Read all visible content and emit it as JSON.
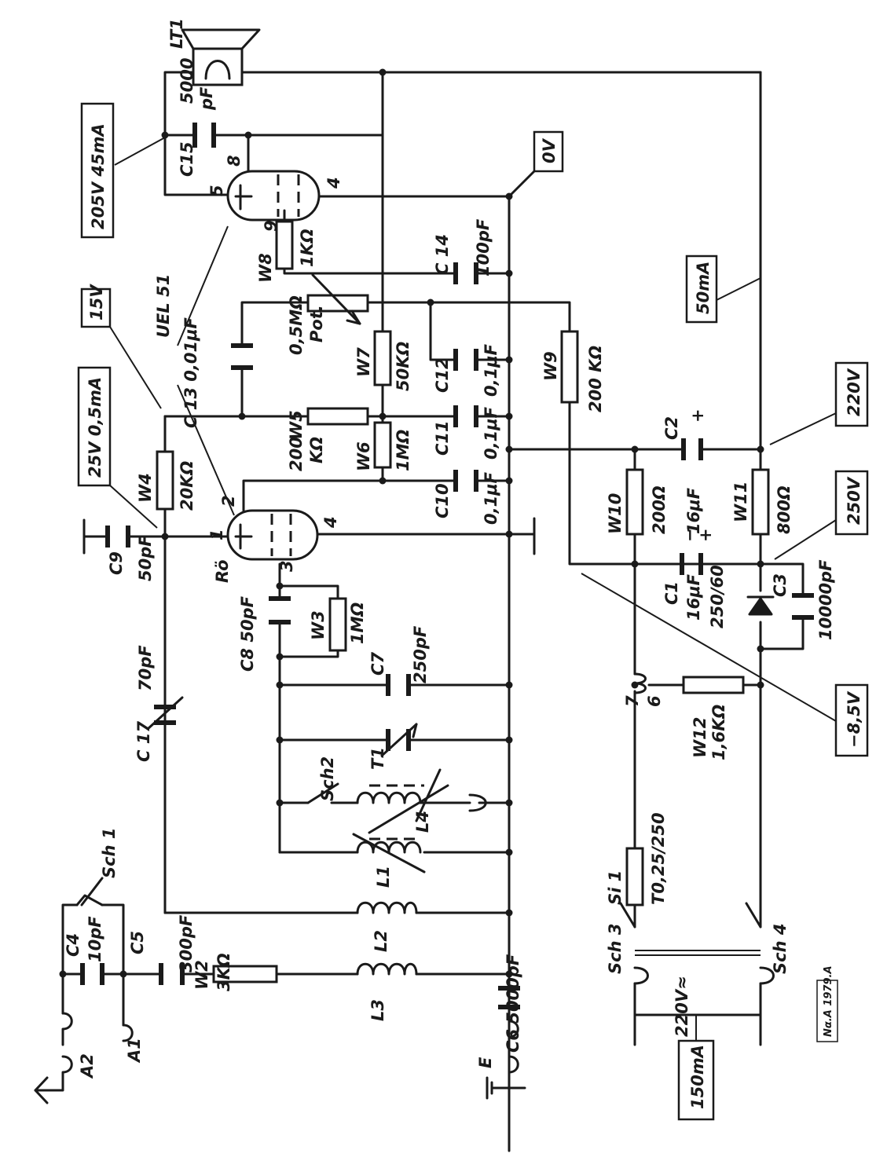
{
  "components": {
    "lt1": "LT1",
    "c15_name": "C15",
    "c15_value_a": "5000",
    "c15_value_b": "pF",
    "tube_top_pin_5": "5",
    "tube_top_pin_8": "8",
    "tube_top_pin_4": "4",
    "tube_top_pin_9": "9",
    "tube_bot_pin_1": "1",
    "tube_bot_pin_2": "2",
    "tube_bot_pin_3": "3",
    "tube_bot_pin_4": "4",
    "tube_name": "UEL 51",
    "tube_ro": "Rö",
    "w8_name": "W8",
    "w8_value": "1KΩ",
    "c14_name": "C 14",
    "c14_value": "100pF",
    "c13": "C 13 0,01μF",
    "w5_a": "0,5MΩ",
    "w5_b": "Pot.",
    "w7_name": "W7",
    "w7_value": "50KΩ",
    "c12_name": "C12",
    "c12_value": "0,1μF",
    "w9_name": "W9",
    "w9_value": "200 KΩ",
    "w5_name": "W5",
    "w5_val_a": "200",
    "w5_val_b": "KΩ",
    "w6_name": "W6",
    "w6_value": "1MΩ",
    "c11_name": "C11",
    "c11_value": "0,1μF",
    "c10_name": "C10",
    "c10_value": "0,1μF",
    "w4_name": "W4",
    "w4_value": "20KΩ",
    "c9_name": "C9",
    "c9_value": "50pF",
    "c8": "C8 50pF",
    "w3_name": "W3",
    "w3_value": "1MΩ",
    "c7_name": "C7",
    "c7_value": "250pF",
    "c17_name": "C 17",
    "c17_value": "70pF",
    "sch2": "Sch2",
    "t1": "T1",
    "l4": "L4",
    "l1": "L1",
    "sch1": "Sch 1",
    "c4_name": "C4",
    "c4_value": "10pF",
    "c5_name": "C5",
    "c5_value": "300pF",
    "w2_name": "W2",
    "w2_value": "3KΩ",
    "l2": "L2",
    "l3": "L3",
    "c6": "C6 5000pF",
    "a2": "A2",
    "a1": "A1",
    "e": "E",
    "w10_name": "W10",
    "w10_value": "200Ω",
    "c2_name": "C2",
    "c2_value": "16μF",
    "w11_name": "W11",
    "w11_value": "800Ω",
    "c1_name": "C1",
    "c1_value_a": "16μF",
    "c1_value_b": "250/60",
    "c3_name": "C3",
    "c3_value": "10000pF",
    "w12_name": "W12",
    "w12_value": "1,6KΩ",
    "pin_7": "7",
    "pin_6": "6",
    "si1_name": "Si 1",
    "si1_value": "T0,25/250",
    "sch3": "Sch 3",
    "sch4": "Sch 4",
    "mains": "220V≈",
    "minus": "−",
    "plus": "+"
  },
  "boxes": {
    "v205": "205V 45mA",
    "v0": "0V",
    "v15": "15V",
    "v25": "25V 0,5mA",
    "ma50": "50mA",
    "v220": "220V",
    "v250": "250V",
    "vneg": "−8,5V",
    "ma150": "150mA",
    "ref": "Nα.A 1979.A"
  }
}
